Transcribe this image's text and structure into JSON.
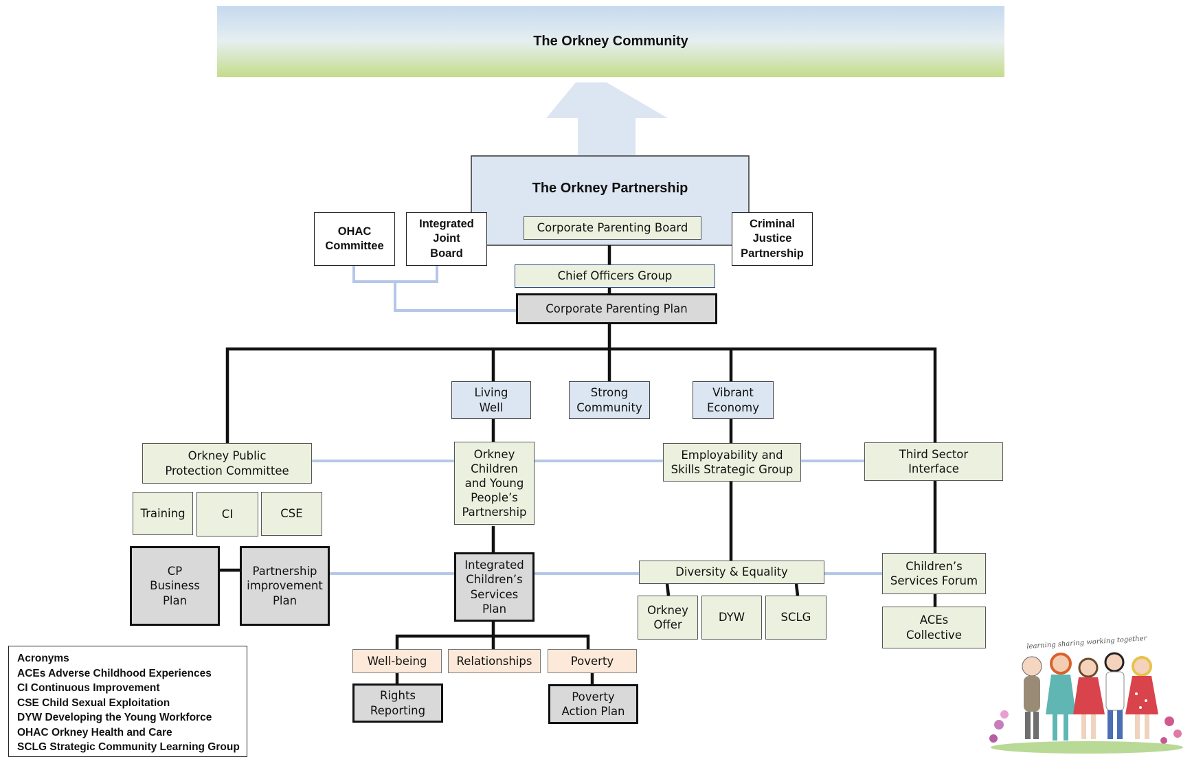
{
  "community": {
    "title": "The Orkney Community"
  },
  "partnership": {
    "title": "The Orkney Partnership",
    "corporate_parenting_board": "Corporate Parenting Board",
    "chief_officers_group": "Chief Officers Group",
    "corporate_parenting_plan": "Corporate Parenting Plan"
  },
  "side_bodies": {
    "ohac": "OHAC Committee",
    "ijb": "Integrated Joint Board",
    "cjp": "Criminal Justice Partnership"
  },
  "themes": {
    "living_well": "Living Well",
    "strong_community": "Strong Community",
    "vibrant_economy": "Vibrant Economy"
  },
  "groups": {
    "oppc": "Orkney Public Protection Committee",
    "training": "Training",
    "ci": "CI",
    "cse": "CSE",
    "cp_business_plan": "CP Business Plan",
    "partnership_improvement_plan": "Partnership improvement Plan",
    "ocypp": "Orkney Children and Young People’s Partnership",
    "icsp": "Integrated Children’s Services Plan",
    "wellbeing": "Well-being",
    "relationships": "Relationships",
    "poverty": "Poverty",
    "rights_reporting": "Rights Reporting",
    "poverty_action_plan": "Poverty Action Plan",
    "employability": "Employability and Skills Strategic Group",
    "diversity": "Diversity & Equality",
    "orkney_offer": "Orkney Offer",
    "dyw": "DYW",
    "sclg": "SCLG",
    "third_sector": "Third Sector Interface",
    "childrens_forum": "Children’s Services Forum",
    "aces": "ACEs Collective"
  },
  "acronyms": {
    "heading": "Acronyms",
    "items": [
      "ACEs Adverse Childhood Experiences",
      "CI  Continuous Improvement",
      "CSE Child Sexual Exploitation",
      "DYW Developing the Young Workforce",
      "OHAC Orkney Health and Care",
      "SCLG Strategic Community Learning Group"
    ]
  },
  "illustration": {
    "caption": "learning sharing working together"
  },
  "colors": {
    "green_box": "#ebf1de",
    "blue_box": "#dce6f2",
    "grey_box": "#d9d9d9",
    "peach_box": "#fde9d9",
    "light_blue_line": "#b4c7e7",
    "black_line": "#111111"
  }
}
